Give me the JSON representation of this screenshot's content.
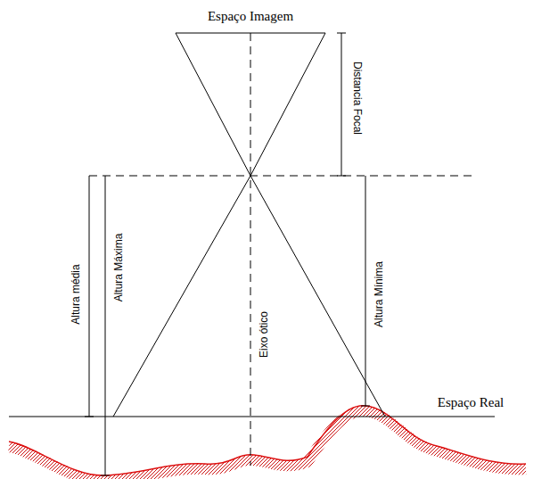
{
  "diagram": {
    "labels": [
      "Espaço Imagem",
      "Distancia Focal",
      "Altura média",
      "Altura Máxima",
      "Eixo ótico",
      "Altura Mínima",
      "Espaço Real"
    ]
  }
}
